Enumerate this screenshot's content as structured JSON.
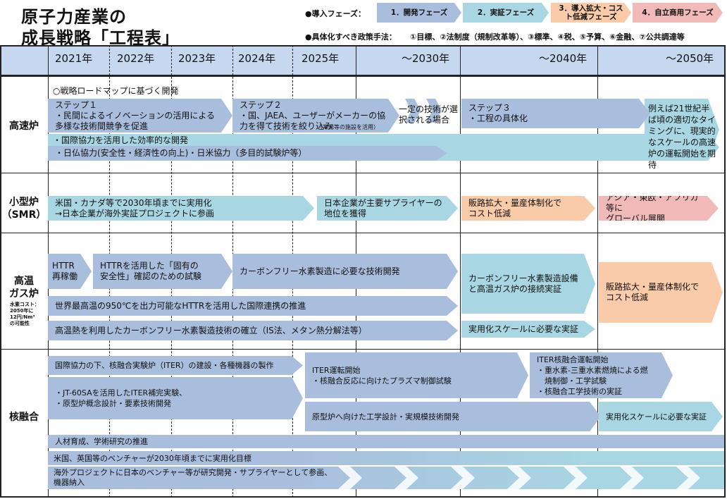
{
  "title": {
    "line1": "原子力産業の",
    "line2": "成長戦略「工程表」"
  },
  "legend": {
    "phase_label": "●導入フェーズ：",
    "phases": [
      {
        "label": "1．開発フェーズ",
        "color": "#a9bddd"
      },
      {
        "label": "2．実証フェーズ",
        "color": "#a8d6e2"
      },
      {
        "label": "3．導入拡大・コスト低減フェーズ",
        "color": "#f9cba8"
      },
      {
        "label": "4．自立商用フェーズ",
        "color": "#f2b9b9"
      }
    ],
    "policy_label": "●具体化すべき政策手法：",
    "policy_text": "①目標、②法制度（規制改革等）、③標準、④税、⑤予算、⑥金融、⑦公共調達等"
  },
  "years": [
    "2021年",
    "2022年",
    "2023年",
    "2024年",
    "2025年",
    "～2030年",
    "～2040年",
    "～2050年"
  ],
  "rows": {
    "fbr": {
      "label": "高速炉",
      "note": "○戦略ロードマップに基づく開発",
      "step1": "ステップ１\n・民間によるイノベーションの活用による多様な技術間競争を促進",
      "step2": "ステップ２\n・国、JAEA、ユーザーがメーカーの協力を得て技術を絞り込み",
      "step2_small": "（常陽等の施設を活用）",
      "selected": "一定の技術が選択される場合",
      "step3": "ステップ３\n・工程の具体化",
      "intl1": "・国際協力を活用した効率的な開発",
      "intl2": "・日仏協力(安全性・経済性の向上)・日米協力（多目的試験炉等）",
      "goal": "例えば21世紀半ば頃の適切なタイミングに、現実的なスケールの高速炉の運転開始を期待"
    },
    "smr": {
      "label": "小型炉\n（SMR）",
      "a": "米国・カナダ等で2030年頃までに実用化\n→日本企業が海外実証プロジェクトに参画",
      "b": "日本企業が主要サプライヤーの\n地位を獲得",
      "c": "販路拡大・量産体制化で\nコスト低減",
      "d": "アジア・東欧・アフリカ等に\nグローバル展開"
    },
    "htgr": {
      "label": "高温\nガス炉",
      "sub": "水素コスト：\n2050年に\n12円/Nm³\nの可能性",
      "a": "HTTR\n再稼働",
      "b": "HTTRを活用した「固有の\n安全性」確認のための試験",
      "c": "カーボンフリー水素製造に必要な技術開発",
      "d": "カーボンフリー水素製造設備\nと高温ガス炉の接続実証",
      "e": "販路拡大・量産体制化で\nコスト低減",
      "f": "世界最高温の950℃を出力可能なHTTRを活用した国際連携の推進",
      "g": "高温熱を利用したカーボンフリー水素製造技術の確立（IS法、メタン熱分解法等）",
      "h": "実用化スケールに必要な実証"
    },
    "fusion": {
      "label": "核融合",
      "a": "国際協力の下、核融合実験炉（ITER）の建設・各種機器の製作",
      "b": "・JT-60SAを活用したITER補完実験、\n・原型炉概念設計・要素技術開発",
      "c": "ITER運転開始\n・核融合反応に向けたプラズマ制御試験",
      "d": "ITER核融合運転開始\n・重水素-三重水素燃焼による燃\n　焼制御・工学試験\n・核融合工学技術の実証",
      "e": "原型炉へ向けた工学設計・実規模技術開発",
      "f": "実用化スケールに必要な実証",
      "g": "人材育成、学術研究の推進",
      "h": "米国、英国等のベンチャーが2030年頃までに実用化目標",
      "i": "海外プロジェクトに日本のベンチャー等が研究開発・サプライヤーとして参画、\n機器納入"
    }
  }
}
